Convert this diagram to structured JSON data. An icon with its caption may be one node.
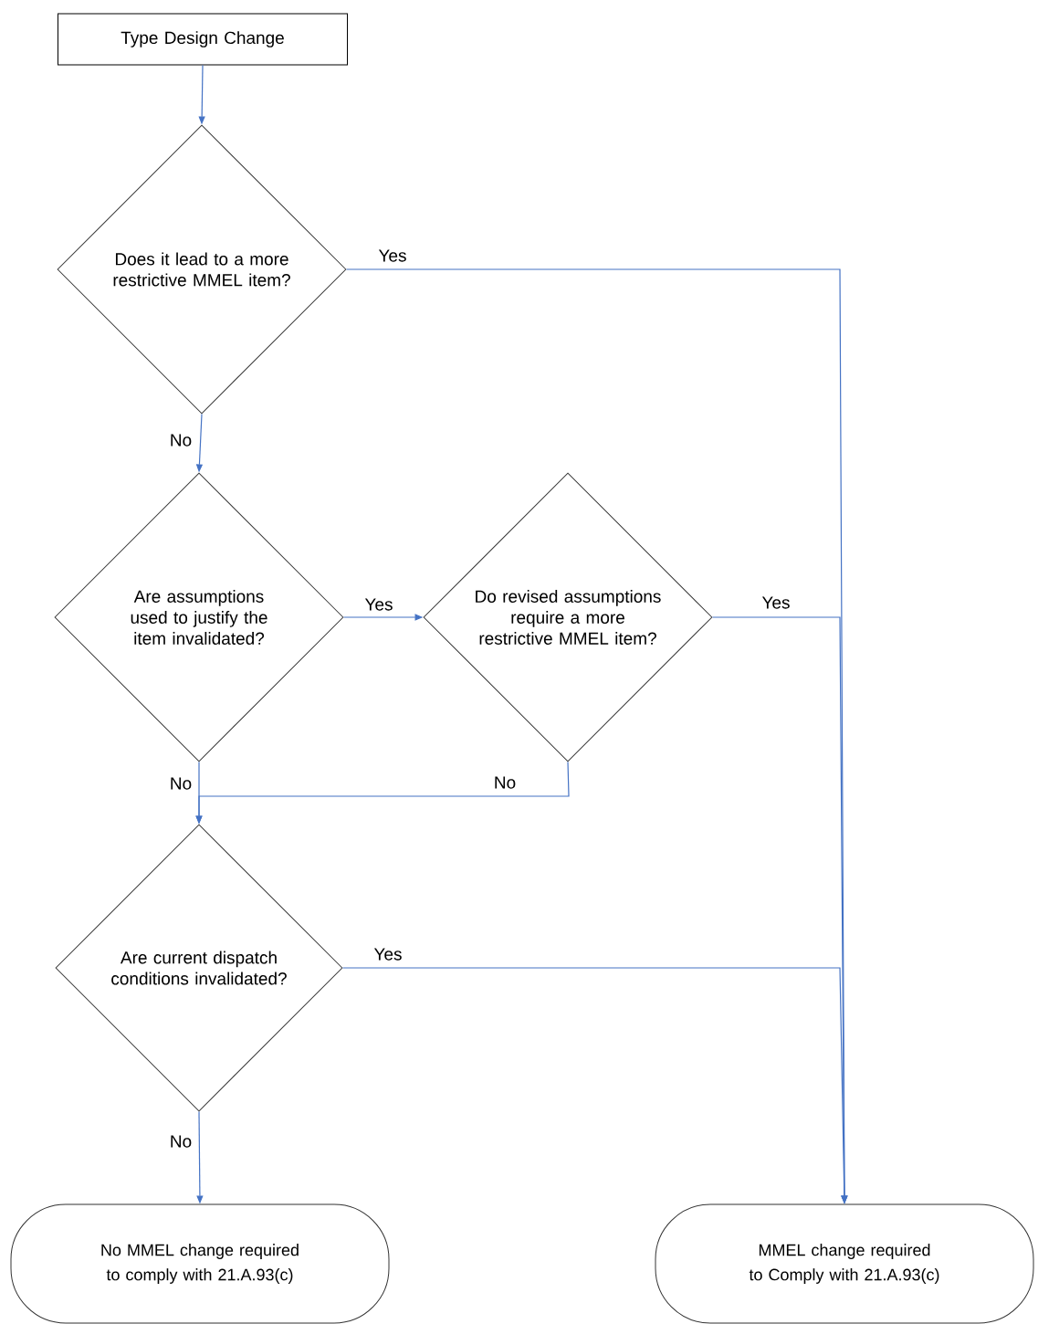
{
  "diagram": {
    "nodes": [
      {
        "text": [
          "Type Design Change"
        ]
      },
      {
        "text": [
          "Does it lead to a more restrictive MMEL item?"
        ]
      },
      {
        "text": [
          "Are assumptions used to justify the item invalidated?"
        ]
      },
      {
        "text": [
          "Do revised assumptions require a more restrictive MMEL item?"
        ]
      },
      {
        "text": [
          "Are current dispatch conditions invalidated?"
        ]
      },
      {
        "text": [
          "No MMEL change required to comply with 21.A.93(c)"
        ]
      },
      {
        "text": [
          "MMEL change required to Comply with 21.A.93(c)"
        ]
      }
    ],
    "edges": [
      {
        "from": 0,
        "to": 1,
        "arrow": "to"
      },
      {
        "from": 1,
        "to": 6,
        "arrow": "to",
        "label": "Yes"
      },
      {
        "from": 1,
        "to": 2,
        "arrow": "to",
        "label": "No"
      },
      {
        "from": 2,
        "to": 3,
        "arrow": "to",
        "label": "Yes"
      },
      {
        "from": 3,
        "to": 6,
        "arrow": "to",
        "label": "Yes"
      },
      {
        "from": 3,
        "to": 4,
        "arrow": "to",
        "label": "No"
      },
      {
        "from": 2,
        "to": 4,
        "arrow": "to",
        "label": "No"
      },
      {
        "from": 4,
        "to": 6,
        "arrow": "to",
        "label": "Yes"
      },
      {
        "from": 4,
        "to": 5,
        "arrow": "to",
        "label": "No"
      }
    ]
  }
}
